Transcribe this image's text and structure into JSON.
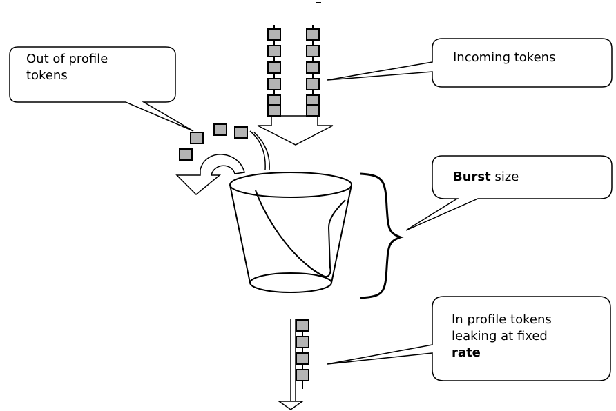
{
  "callouts": {
    "out_of_profile": {
      "line1": "Out of profile",
      "line2": "tokens"
    },
    "incoming": {
      "text": "Incoming tokens"
    },
    "burst": {
      "bold": "Burst",
      "rest": " size"
    },
    "in_profile": {
      "line1": "In profile tokens",
      "line2": "leaking at fixed",
      "bold": "rate"
    }
  },
  "colors": {
    "token_fill": "#b4b4b4",
    "stroke": "#000000",
    "background": "#ffffff"
  },
  "icons": {
    "token": "square-token-icon",
    "flow_arrow": "down-arrow-icon",
    "overflow_arrow": "curved-arrow-icon",
    "bucket": "bucket-icon",
    "brace": "right-curly-brace-icon"
  }
}
